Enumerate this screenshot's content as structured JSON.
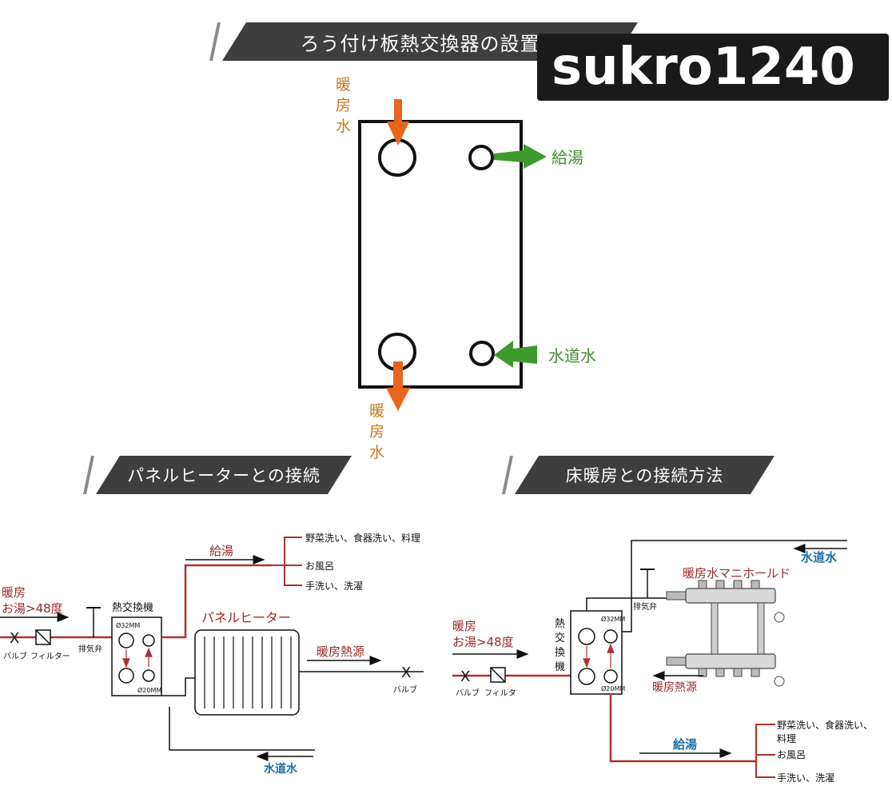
{
  "banners": {
    "main_title": "ろう付け板熱交換器の設置図",
    "panel_title": "パネルヒーターとの接続",
    "floor_title": "床暖房との接続方法"
  },
  "watermark": "sukro1240",
  "top": {
    "heating_in": "暖房水",
    "heating_out": "暖房水",
    "hot_supply": "給湯",
    "tap_water": "水道水"
  },
  "panel": {
    "heating_label": "暖房",
    "hot_water_temp": "お湯>48度",
    "exchanger": "熱交換機",
    "size_top": "Ø32MM",
    "size_bottom": "Ø20MM",
    "valve": "バルブ",
    "filter": "フィルター",
    "vent": "排気弁",
    "hot_supply": "給湯",
    "use_1": "野菜洗い、食器洗い、料理",
    "use_2": "お風呂",
    "use_3": "手洗い、洗濯",
    "panel_heater": "パネルヒーター",
    "heat_source": "暖房熱源",
    "valve_right": "バルブ",
    "tap_water": "水道水",
    "cross_mark": "X"
  },
  "floor": {
    "heating_label": "暖房",
    "hot_water_temp": "お湯>48度",
    "exchanger": "熱交換機",
    "size_top": "Ø32MM",
    "size_bottom": "Ø20MM",
    "valve": "バルブ",
    "filter": "フィルタ",
    "vent": "排気弁",
    "manifold": "暖房水マニホールド",
    "tap_water": "水道水",
    "heat_source": "暖房熱源",
    "hot_supply": "給湯",
    "use_1": "野菜洗い、食器洗い、",
    "use_1b": "料理",
    "use_2": "お風呂",
    "use_3": "手洗い、洗濯",
    "cross_mark": "X"
  },
  "colors": {
    "heating": "#e8651e",
    "hot_supply": "#3f9a2e",
    "red_pipe": "#b03030",
    "blue_text": "#1c6ea4"
  }
}
